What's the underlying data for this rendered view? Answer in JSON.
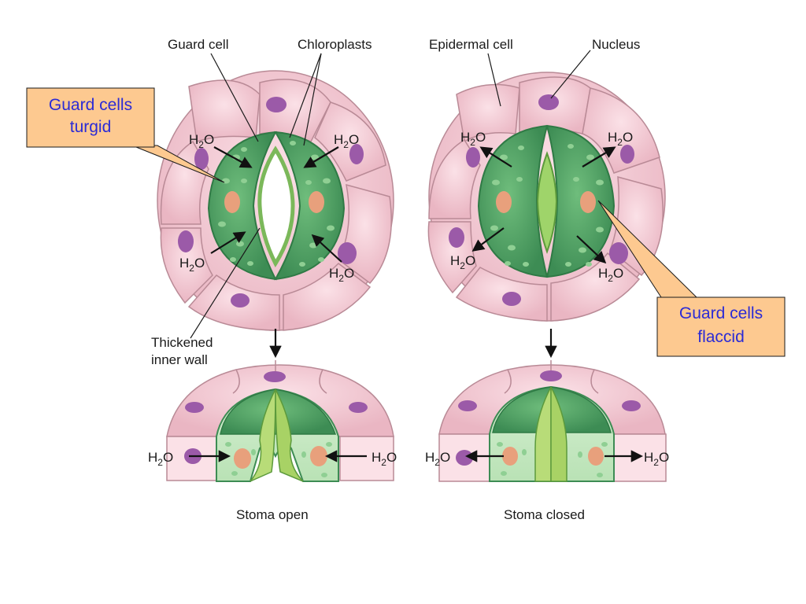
{
  "labels": {
    "guard_cell": "Guard cell",
    "chloroplasts": "Chloroplasts",
    "epidermal_cell": "Epidermal cell",
    "nucleus": "Nucleus",
    "thickened_line1": "Thickened",
    "thickened_line2": "inner wall",
    "stoma_open": "Stoma open",
    "stoma_closed": "Stoma closed"
  },
  "water": {
    "h": "H",
    "sub": "2",
    "o": "O"
  },
  "callouts": {
    "turgid_line1": "Guard cells",
    "turgid_line2": "turgid",
    "flaccid_line1": "Guard cells",
    "flaccid_line2": "flaccid"
  },
  "colors": {
    "epidermal_pink": "#f2c4cf",
    "epidermal_outline": "#b98a96",
    "guard_green": "#5aa86b",
    "guard_dark": "#2f7a45",
    "chloroplast": "#8fcf93",
    "nucleus_purple": "#9b5aa8",
    "guard_nucleus": "#e8a07c",
    "callout_fill": "#fdc990",
    "callout_text": "#2b2bd6"
  }
}
